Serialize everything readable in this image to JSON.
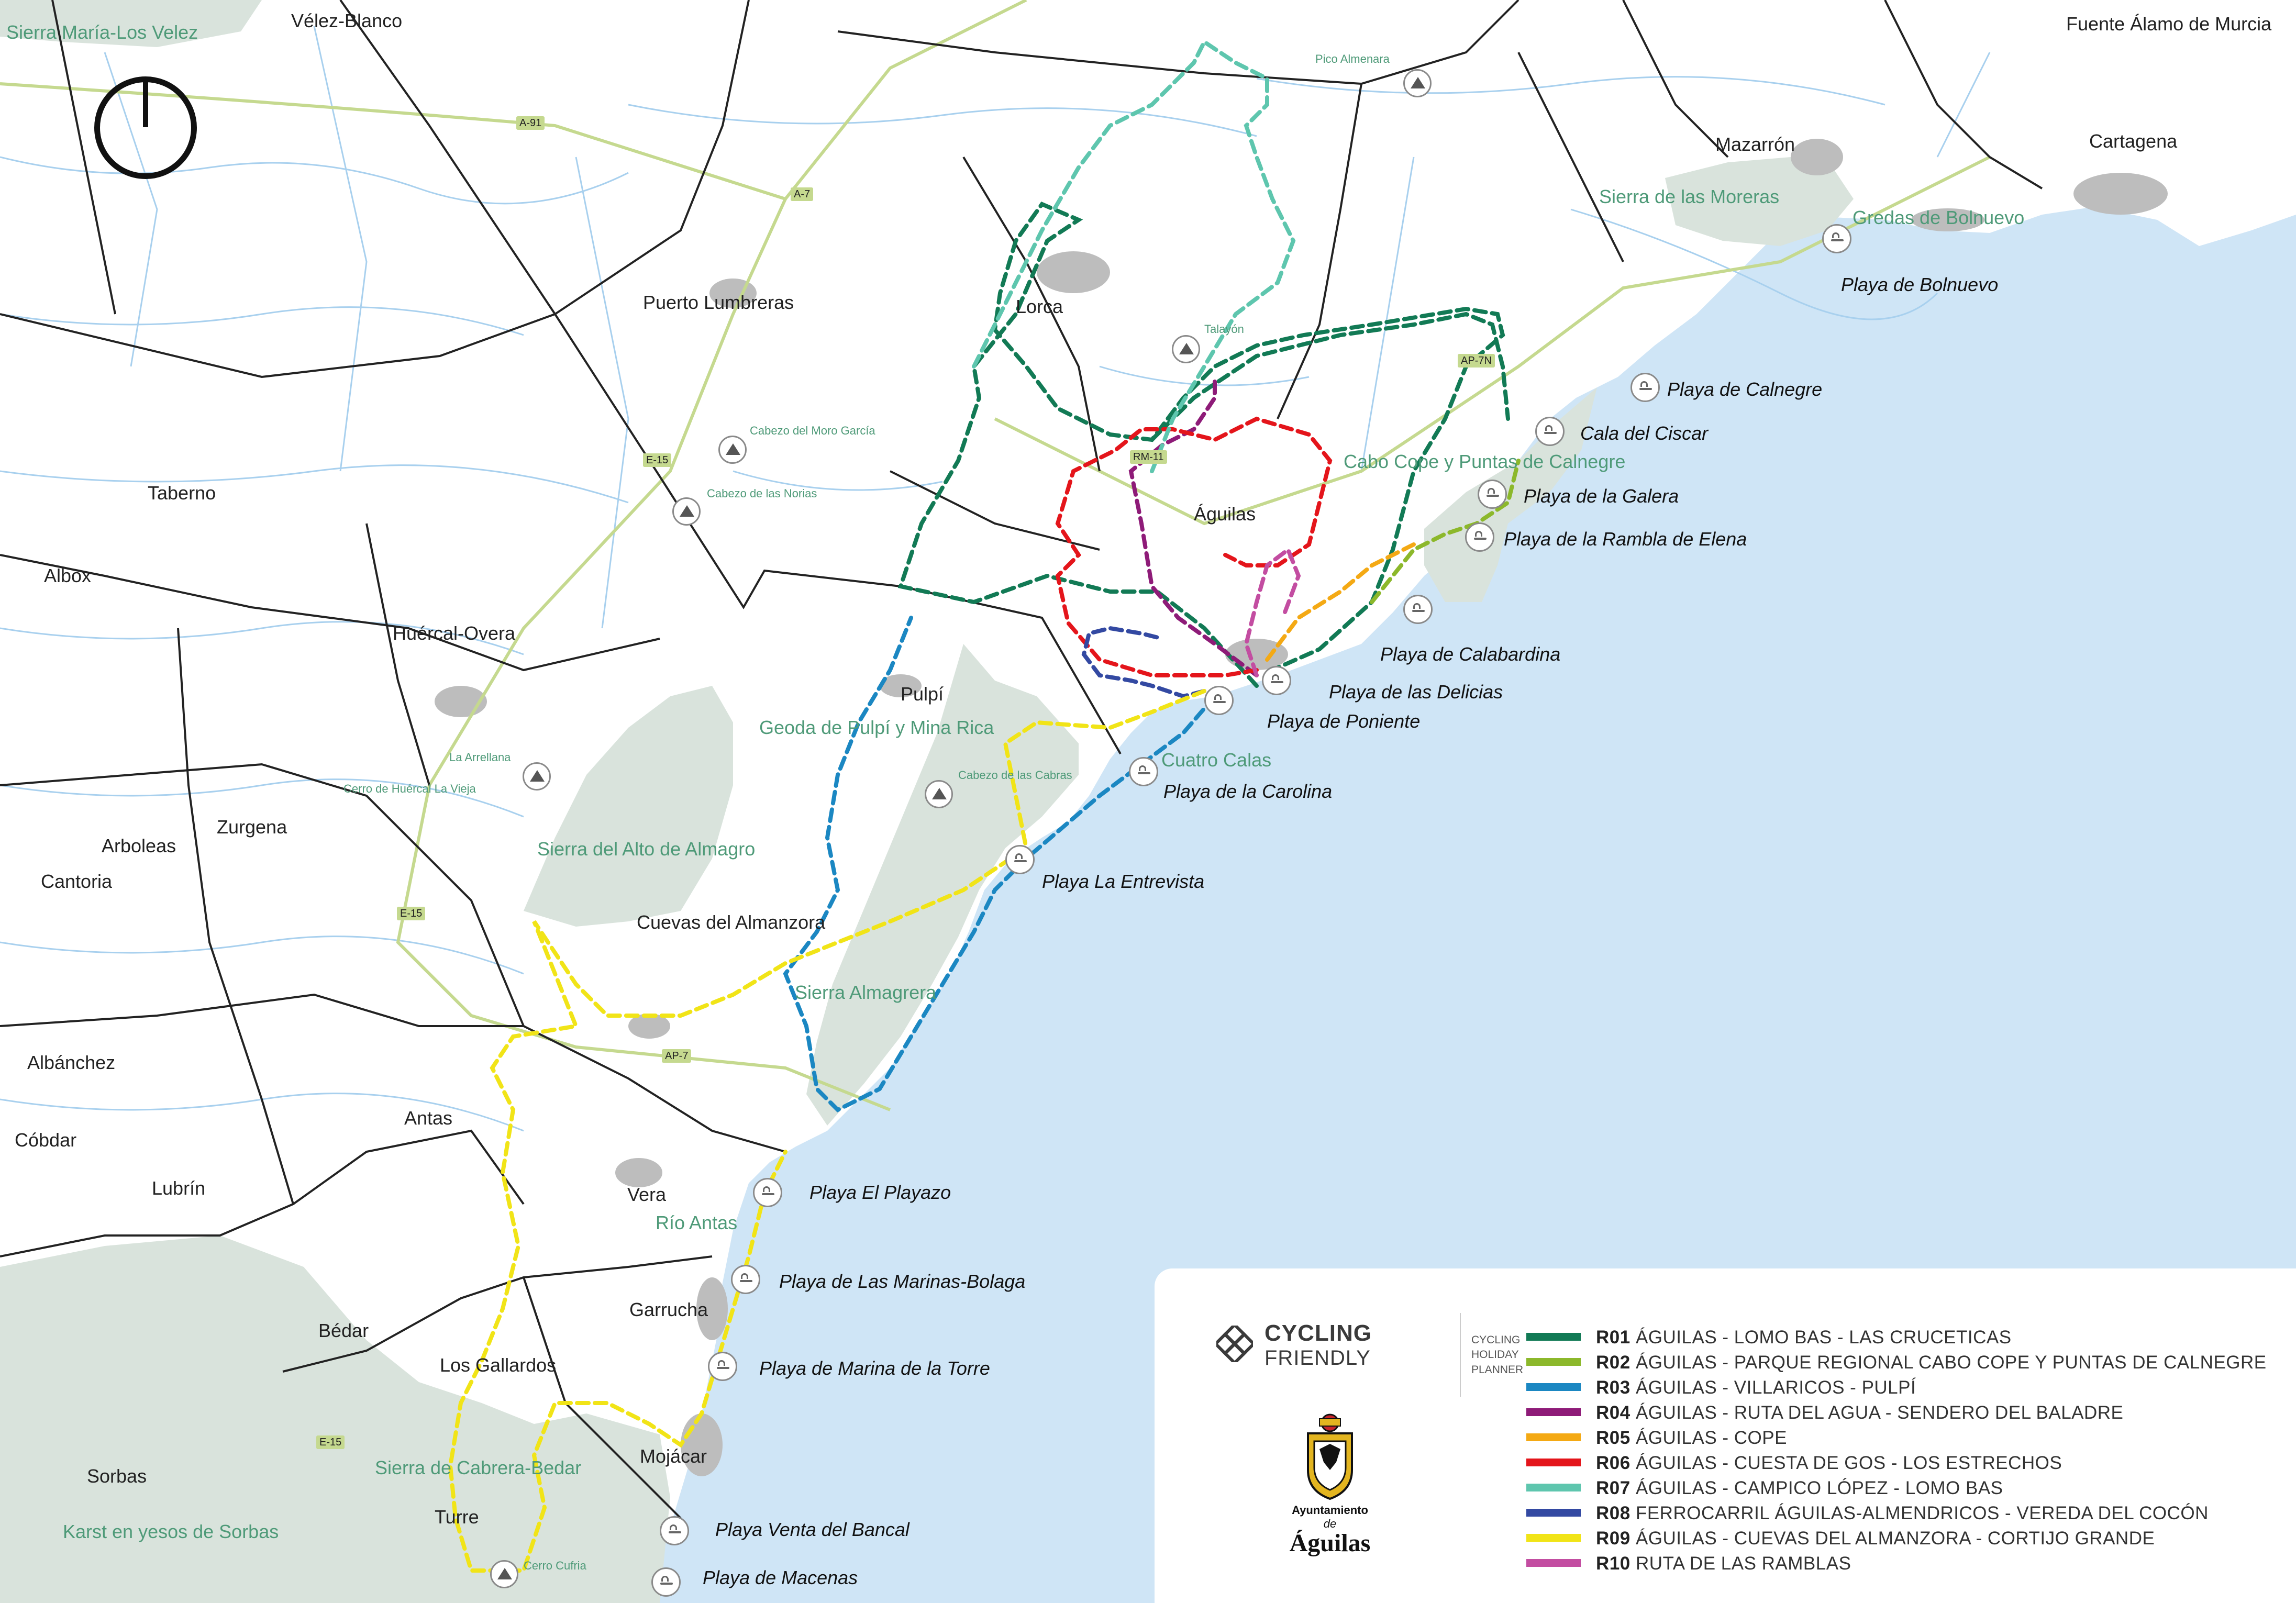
{
  "map": {
    "colors": {
      "sea": "#cfe5f6",
      "land": "#ffffff",
      "park": "#d9e3dc",
      "urban": "#bdbdbd",
      "rivers": "#a8d0ee",
      "borders": "#222222",
      "highway": "#c5d98f"
    },
    "towns": [
      "Vélez-Blanco",
      "Fuente Álamo de Murcia",
      "Mazarrón",
      "Cartagena",
      "Puerto Lumbreras",
      "Lorca",
      "Taberno",
      "Albox",
      "Huércal-Overa",
      "Águilas",
      "Pulpí",
      "Arboleas",
      "Zurgena",
      "Cantoria",
      "Cuevas del Almanzora",
      "Albánchez",
      "Cóbdar",
      "Antas",
      "Lubrín",
      "Vera",
      "Garrucha",
      "Bédar",
      "Los Gallardos",
      "Sorbas",
      "Mojácar",
      "Turre"
    ],
    "areas": [
      "Sierra María-Los Velez",
      "Sierra de las Moreras",
      "Gredas de Bolnuevo",
      "Cabo Cope y Puntas de Calnegre",
      "Geoda de Pulpí y Mina Rica",
      "Cuatro Calas",
      "Sierra del Alto de Almagro",
      "Sierra Almagrera",
      "Río Antas",
      "Sierra de Cabrera-Bedar",
      "Karst en yesos de Sorbas"
    ],
    "peaks": [
      "Pico Almenara",
      "Talayón",
      "Cabezo del Moro García",
      "Cabezo de las Norias",
      "La Arrellana",
      "Cerro de Huércal La Vieja",
      "Cabezo de las Cabras",
      "Cerro Cufria"
    ],
    "beaches": [
      "Playa de Bolnuevo",
      "Playa de Calnegre",
      "Cala del Ciscar",
      "Playa de la Galera",
      "Playa de la Rambla de Elena",
      "Playa de Calabardina",
      "Playa de las Delicias",
      "Playa de Poniente",
      "Playa de la Carolina",
      "Playa La Entrevista",
      "Playa El Playazo",
      "Playa de Las Marinas-Bolaga",
      "Playa de Marina de la Torre",
      "Playa Venta del Bancal",
      "Playa de Macenas"
    ],
    "roads": [
      "A-91",
      "A-7",
      "E-15",
      "RM-11",
      "AP-7N",
      "E-15",
      "AP-7",
      "E-15"
    ],
    "compass_icon": "north-arrow-icon",
    "beach_icon": "beach-umbrella-icon",
    "peak_icon": "mountain-icon"
  },
  "legend": {
    "logo": {
      "line1": "CYCLING",
      "line2": "FRIENDLY",
      "tagline": "CYCLING HOLIDAY PLANNER",
      "icon": "cycling-friendly-logo-icon"
    },
    "ayuntamiento": {
      "line1": "Ayuntamiento",
      "line2": "de",
      "line3": "Águilas",
      "icon": "coat-of-arms-icon"
    },
    "routes": [
      {
        "code": "R01",
        "name": "ÁGUILAS - LOMO BAS - LAS CRUCETICAS",
        "color": "#127a55"
      },
      {
        "code": "R02",
        "name": "ÁGUILAS - PARQUE REGIONAL CABO COPE Y PUNTAS DE CALNEGRE",
        "color": "#8cb82b"
      },
      {
        "code": "R03",
        "name": "ÁGUILAS - VILLARICOS - PULPÍ",
        "color": "#1b87c2"
      },
      {
        "code": "R04",
        "name": "ÁGUILAS - RUTA DEL AGUA - SENDERO DEL BALADRE",
        "color": "#8e1b78"
      },
      {
        "code": "R05",
        "name": "ÁGUILAS - COPE",
        "color": "#f4a914"
      },
      {
        "code": "R06",
        "name": "ÁGUILAS - CUESTA DE GOS - LOS ESTRECHOS",
        "color": "#e4151b"
      },
      {
        "code": "R07",
        "name": "ÁGUILAS - CAMPICO LÓPEZ - LOMO BAS",
        "color": "#5ec6ae"
      },
      {
        "code": "R08",
        "name": "FERROCARRIL ÁGUILAS-ALMENDRICOS - VEREDA DEL COCÓN",
        "color": "#3349a2"
      },
      {
        "code": "R09",
        "name": "ÁGUILAS - CUEVAS DEL ALMANZORA - CORTIJO GRANDE",
        "color": "#f1e417"
      },
      {
        "code": "R10",
        "name": "RUTA DE LAS RAMBLAS",
        "color": "#c34da1"
      }
    ]
  }
}
